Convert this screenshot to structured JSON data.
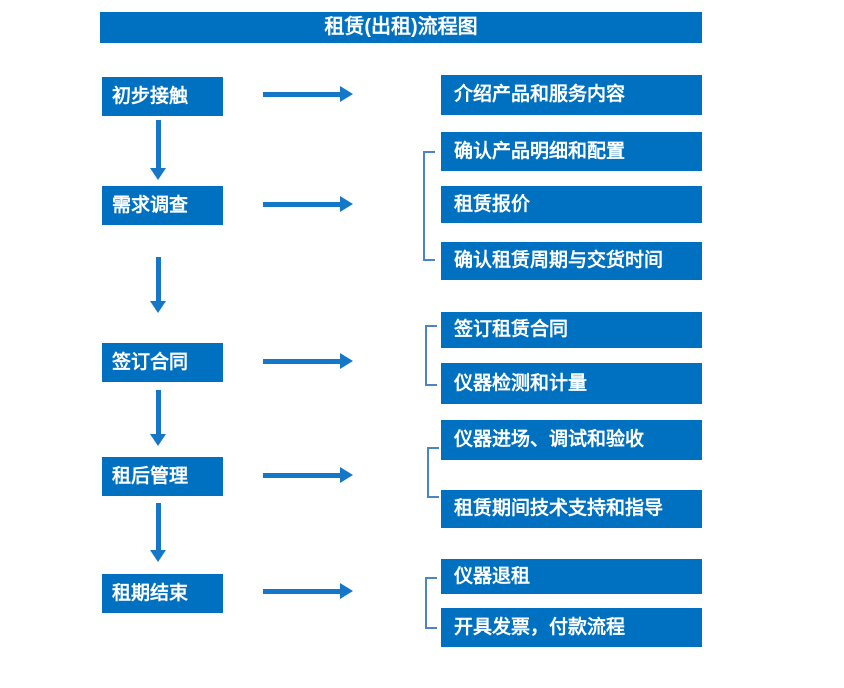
{
  "title": "租赁(出租)流程图",
  "colors": {
    "box_fill": "#0070C0",
    "arrow": "#1577C8",
    "bracket": "#4B86C4",
    "box_text": "#FFFFFF",
    "background": "#FFFFFF"
  },
  "stages": [
    {
      "label": "初步接触",
      "outputs": [
        "介绍产品和服务内容"
      ]
    },
    {
      "label": "需求调查",
      "outputs": [
        "确认产品明细和配置",
        "租赁报价",
        "确认租赁周期与交货时间"
      ]
    },
    {
      "label": "签订合同",
      "outputs": [
        "签订租赁合同",
        "仪器检测和计量"
      ]
    },
    {
      "label": "租后管理",
      "outputs": [
        "仪器进场、调试和验收",
        "租赁期间技术支持和指导"
      ]
    },
    {
      "label": "租期结束",
      "outputs": [
        "仪器退租",
        "开具发票，付款流程"
      ]
    }
  ]
}
